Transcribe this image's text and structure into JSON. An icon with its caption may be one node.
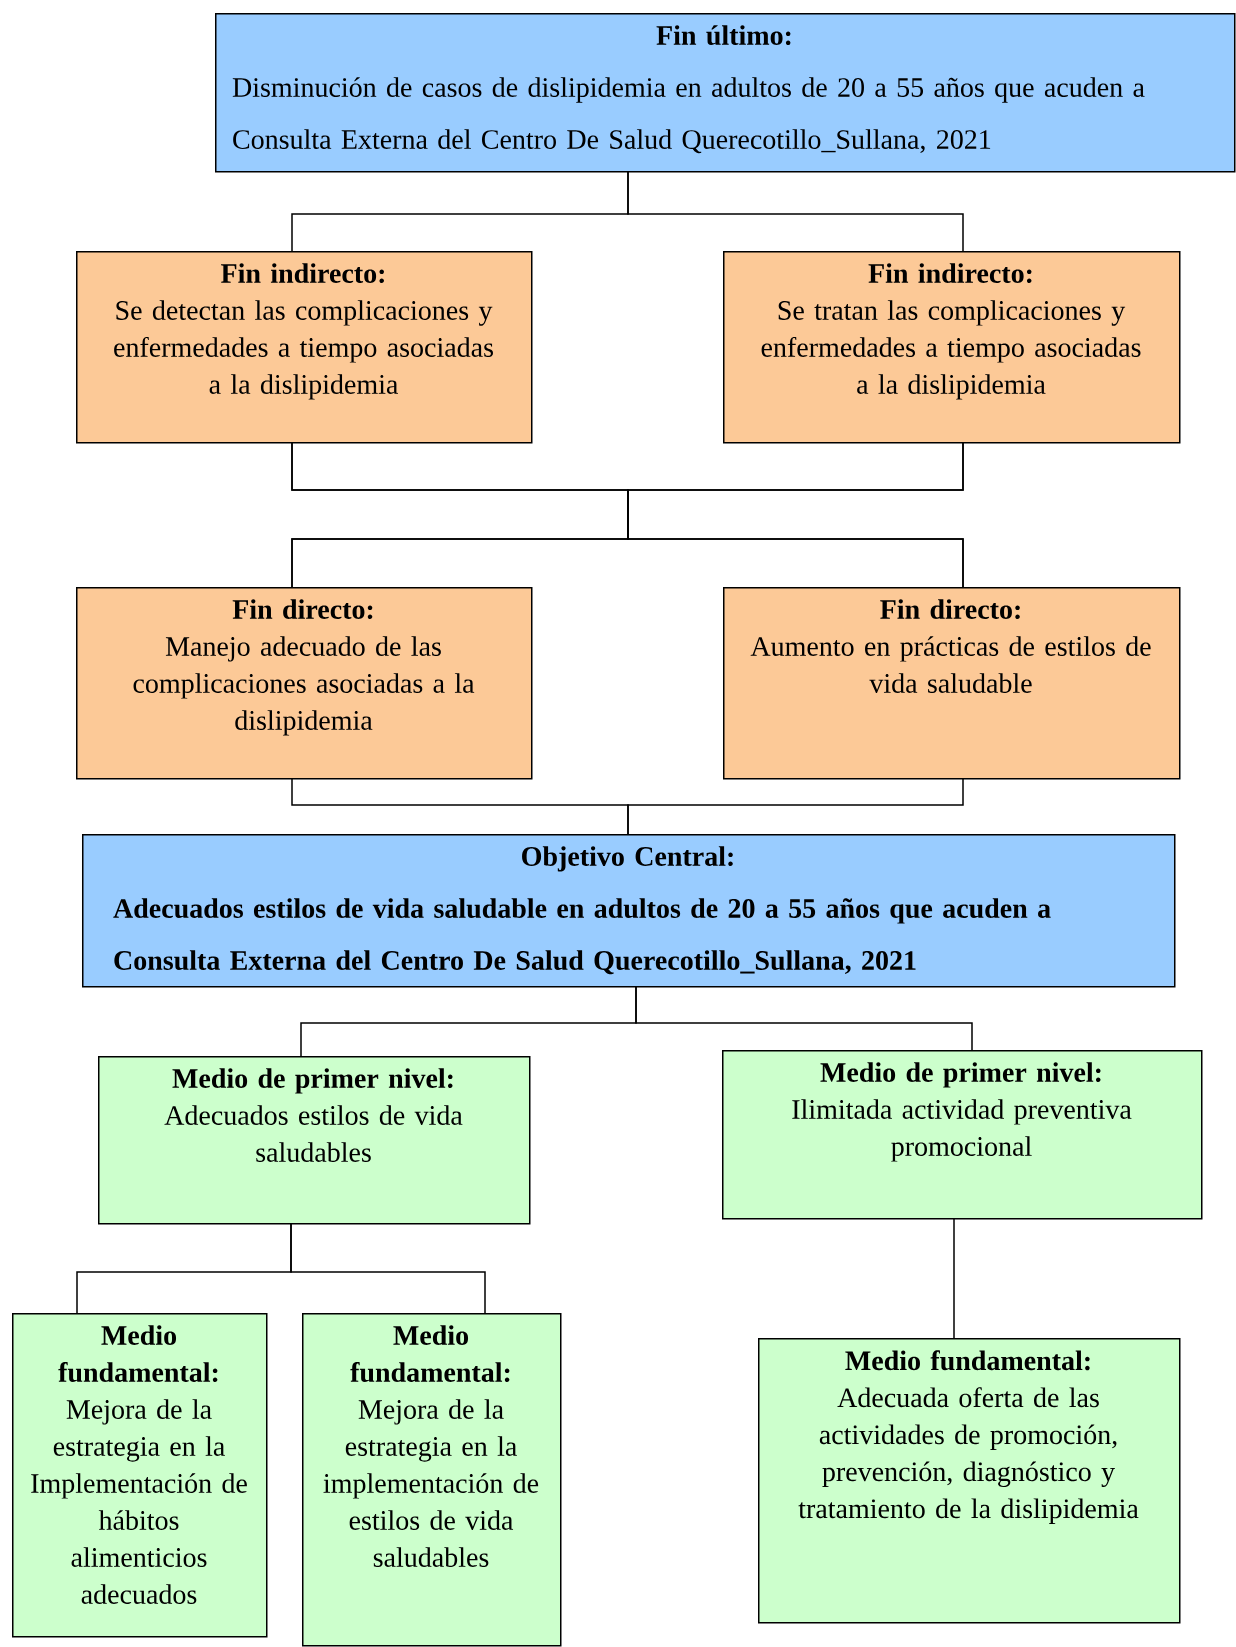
{
  "diagram": {
    "nodes": [
      {
        "text": [
          "Fin último:",
          "Disminución de casos de dislipidemia en adultos de 20 a 55 años que acuden a Consulta Externa del Centro De Salud Querecotillo_Sullana, 2021"
        ]
      },
      {
        "text": [
          "Fin indirecto:",
          "Se detectan las complicaciones y enfermedades a tiempo asociadas a la dislipidemia"
        ]
      },
      {
        "text": [
          "Fin indirecto:",
          "Se tratan las complicaciones y enfermedades a tiempo asociadas a la dislipidemia"
        ]
      },
      {
        "text": [
          "Fin directo:",
          "Manejo adecuado de las complicaciones asociadas a la dislipidemia"
        ]
      },
      {
        "text": [
          "Fin directo:",
          "Aumento en prácticas de estilos de vida saludable"
        ]
      },
      {
        "text": [
          "Objetivo Central:",
          "Adecuados estilos de vida saludable en adultos de 20 a 55 años que acuden a Consulta Externa del Centro De Salud Querecotillo_Sullana, 2021"
        ]
      },
      {
        "text": [
          "Medio de primer nivel:",
          "Adecuados estilos de vida saludables"
        ]
      },
      {
        "text": [
          "Medio de primer nivel:",
          "Ilimitada actividad preventiva promocional"
        ]
      },
      {
        "text": [
          "Medio fundamental:",
          "Mejora de la estrategia en la Implementación de hábitos alimenticios adecuados"
        ]
      },
      {
        "text": [
          "Medio fundamental:",
          "Mejora de la estrategia en la implementación de estilos de vida saludables"
        ]
      },
      {
        "text": [
          "Medio fundamental:",
          "Adecuada oferta de las actividades de promoción, prevención, diagnóstico y tratamiento de la dislipidemia"
        ]
      }
    ],
    "edges": [
      {
        "from": 0,
        "to": 1,
        "arrow": "none"
      },
      {
        "from": 0,
        "to": 2,
        "arrow": "none"
      },
      {
        "from": 1,
        "to": 3,
        "arrow": "none"
      },
      {
        "from": 1,
        "to": 4,
        "arrow": "none"
      },
      {
        "from": 2,
        "to": 3,
        "arrow": "none"
      },
      {
        "from": 2,
        "to": 4,
        "arrow": "none"
      },
      {
        "from": 3,
        "to": 5,
        "arrow": "none"
      },
      {
        "from": 4,
        "to": 5,
        "arrow": "none"
      },
      {
        "from": 5,
        "to": 6,
        "arrow": "none"
      },
      {
        "from": 5,
        "to": 7,
        "arrow": "none"
      },
      {
        "from": 6,
        "to": 8,
        "arrow": "none"
      },
      {
        "from": 6,
        "to": 9,
        "arrow": "none"
      },
      {
        "from": 7,
        "to": 10,
        "arrow": "none"
      }
    ]
  }
}
